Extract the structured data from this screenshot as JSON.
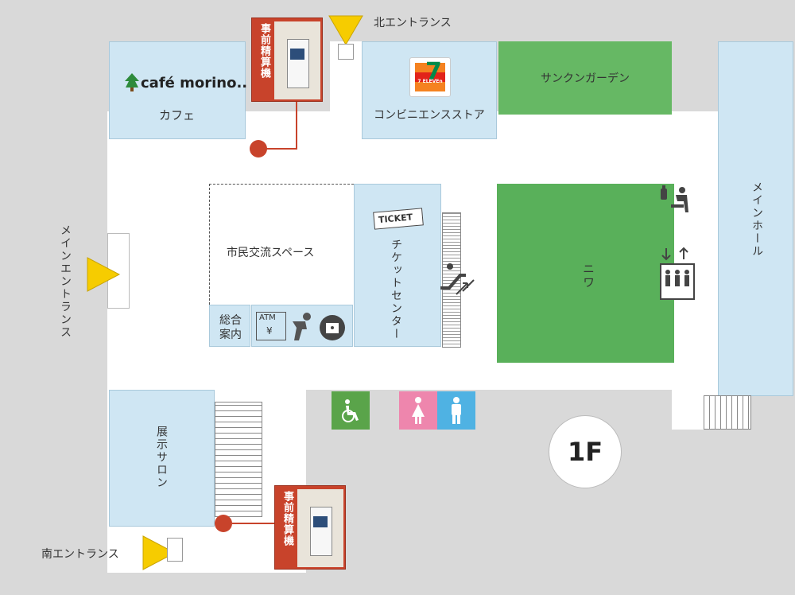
{
  "entrances": {
    "north": "北エントランス",
    "main": "メインエントランス",
    "south": "南エントランス"
  },
  "rooms": {
    "cafe": "カフェ",
    "cafe_logo": "café morino..",
    "convenience_store": "コンビニエンスストア",
    "convenience_logo": "7 ELEVEn",
    "sunken_garden": "サンクンガーデン",
    "main_hall": "メインホール",
    "citizen_space": "市民交流スペース",
    "ticket_center": "チケットセンター",
    "ticket_icon_text": "TICKET",
    "information": "総合案内",
    "atm": "ATM",
    "niwa": "ニワ",
    "exhibition_salon": "展示サロン"
  },
  "payment_machines": {
    "north_label": "事前精算機",
    "south_label": "事前精算機"
  },
  "floor_badge": "1F",
  "icons": [
    "entrance-triangle-icon",
    "seven-eleven-logo",
    "ticket-icon",
    "atm-icon",
    "bow-icon",
    "locker-icon",
    "escalator-icon",
    "elevator-icon",
    "nursing-room-icon",
    "accessible-toilet-icon",
    "womens-toilet-icon",
    "mens-toilet-icon",
    "stairs-icon"
  ],
  "colors": {
    "room": "#cfe6f3",
    "garden": "#59b05a",
    "payment": "#c8432b",
    "entrance": "#f6cc00",
    "accessible": "#5aa44a",
    "women": "#ee86ad",
    "men": "#4fb2e3"
  }
}
